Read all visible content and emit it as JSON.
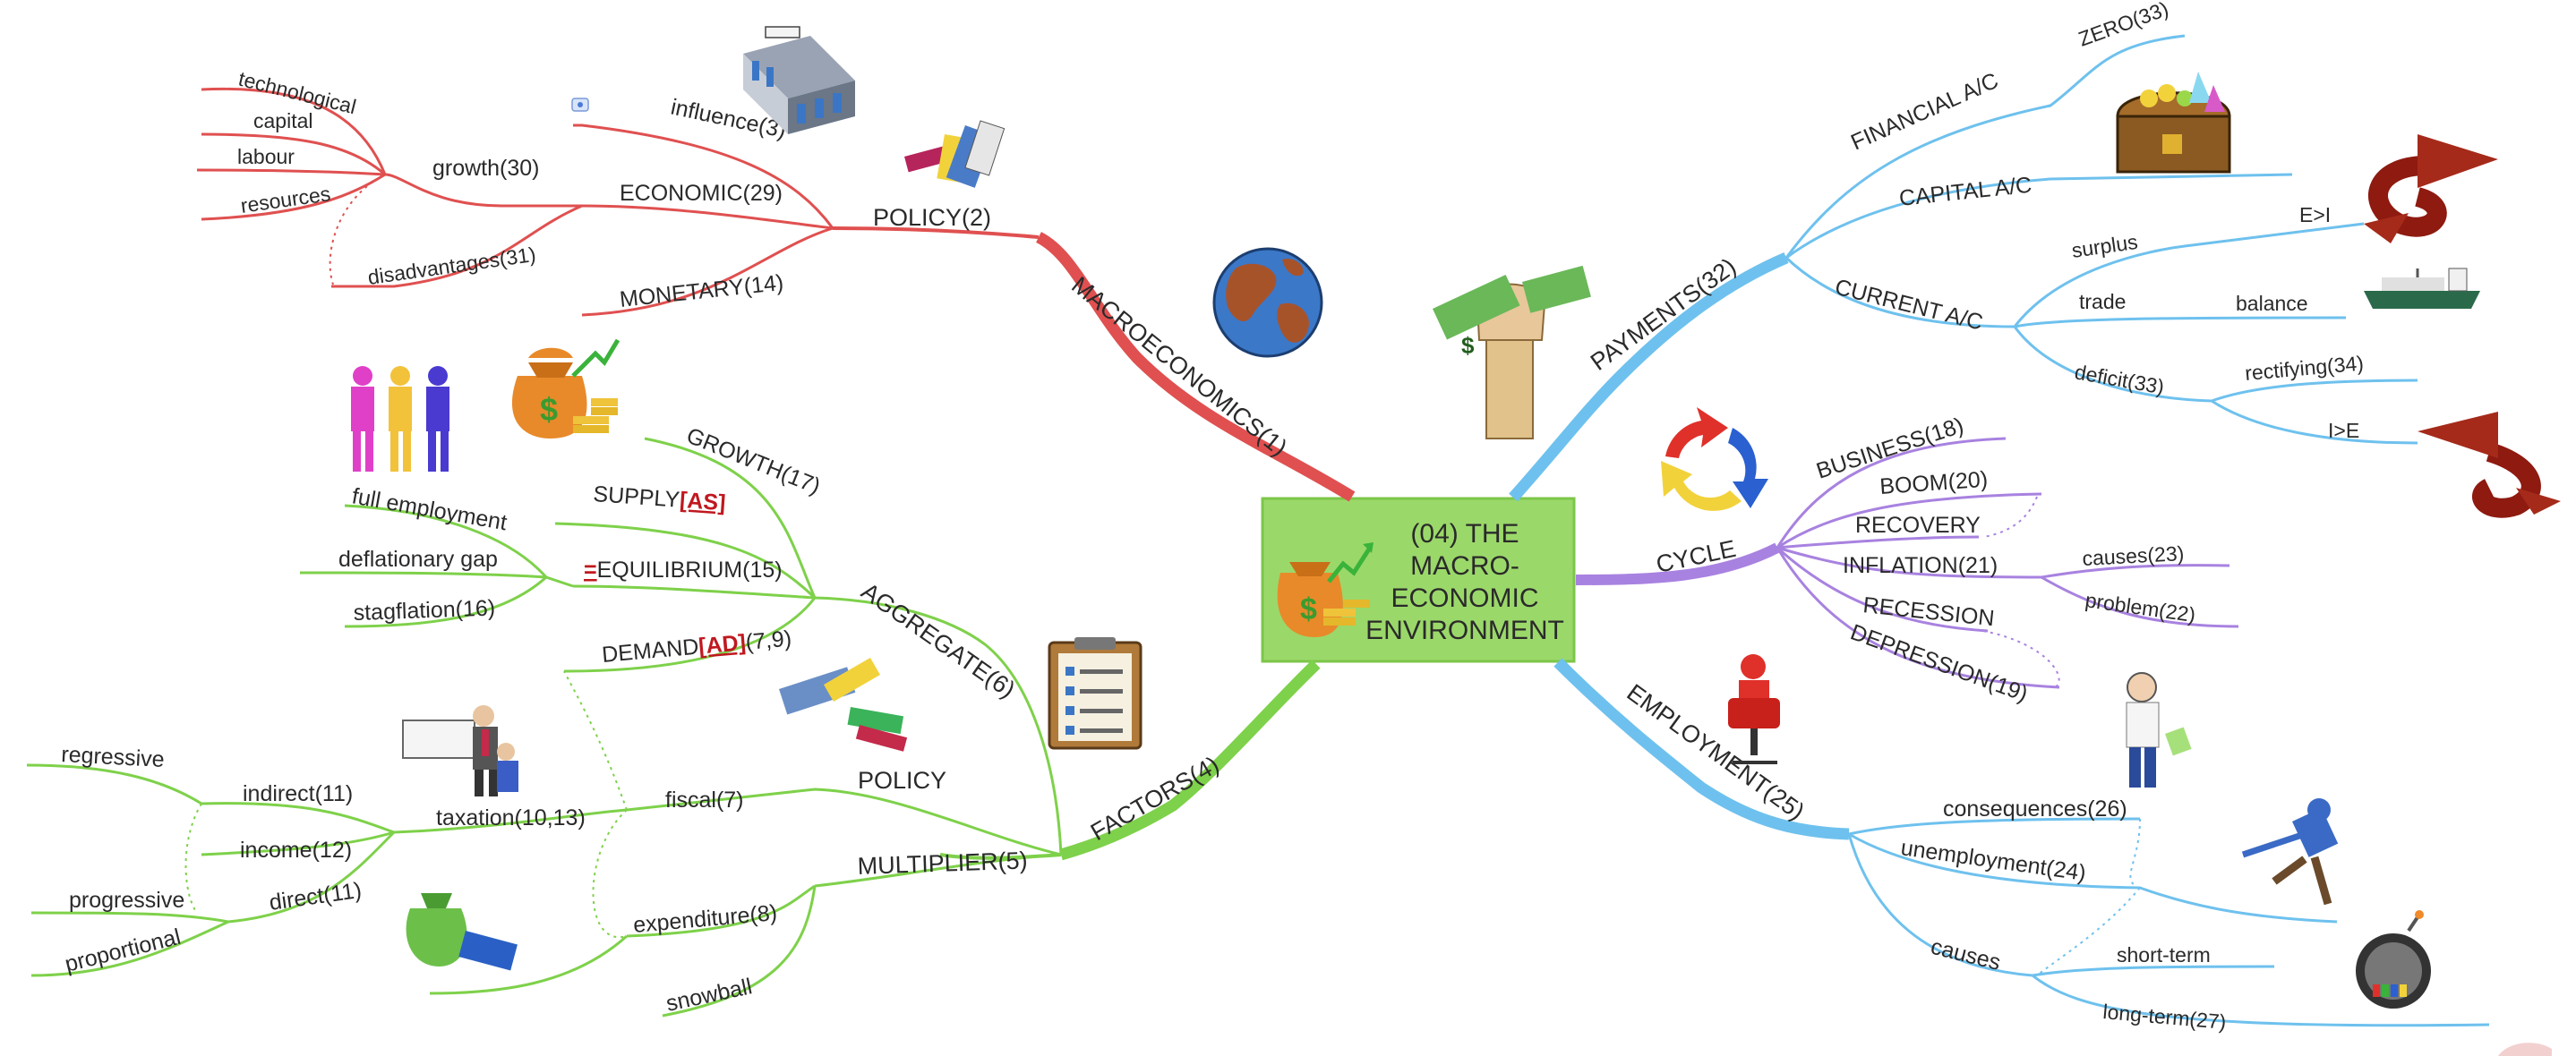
{
  "center": {
    "line1": "(04) THE",
    "line2": "MACRO-",
    "line3": "ECONOMIC",
    "line4": "ENVIRONMENT"
  },
  "macro": {
    "main": "MACROECONOMICS(1)",
    "policy": "POLICY(2)",
    "influence": "influence(3)",
    "economic": "ECONOMIC(29)",
    "monetary": "MONETARY(14)",
    "growth": "growth(30)",
    "technological": "technological",
    "capital": "capital",
    "labour": "labour",
    "resources": "resources",
    "disadvantages": "disadvantages(31)"
  },
  "factors": {
    "main": "FACTORS(4)",
    "aggregate": "AGGREGATE(6)",
    "growth": "GROWTH(17)",
    "supply_pre": "SUPPLY",
    "supply_hl": "[AS]",
    "equilibrium_pre": "=",
    "equilibrium": "EQUILIBRIUM(15)",
    "demand_pre": "DEMAND",
    "demand_hl": "[AD]",
    "demand_post": "(7,9)",
    "full_employment": "full employment",
    "deflationary_gap": "deflationary gap",
    "stagflation": "stagflation(16)",
    "policy": "POLICY",
    "multiplier": "MULTIPLIER(5)",
    "fiscal": "fiscal(7)",
    "taxation": "taxation(10,13)",
    "indirect": "indirect(11)",
    "income": "income(12)",
    "direct": "direct(11)",
    "regressive": "regressive",
    "progressive": "progressive",
    "proportional": "proportional",
    "expenditure": "expenditure(8)",
    "snowball": "snowball"
  },
  "payments": {
    "main": "PAYMENTS(32)",
    "financial": "FINANCIAL A/C",
    "zero": "ZERO(33)",
    "capital": "CAPITAL A/C",
    "current": "CURRENT A/C",
    "surplus": "surplus",
    "e_gt_i": "E>I",
    "trade": "trade",
    "balance": "balance",
    "deficit": "deficit(33)",
    "rectifying": "rectifying(34)",
    "i_gt_e": "I>E"
  },
  "cycle": {
    "main": "CYCLE",
    "business": "BUSINESS(18)",
    "boom": "BOOM(20)",
    "recovery": "RECOVERY",
    "inflation": "INFLATION(21)",
    "causes": "causes(23)",
    "problem": "problem(22)",
    "recession": "RECESSION",
    "depression": "DEPRESSION(19)"
  },
  "employment": {
    "main": "EMPLOYMENT(25)",
    "consequences": "consequences(26)",
    "unemployment": "unemployment(24)",
    "causes": "causes",
    "short_term": "short-term",
    "long_term": "long-term(27)"
  },
  "colors": {
    "macro": "#e05050",
    "factors": "#7ed14a",
    "payments": "#6ec1ee",
    "cycle": "#a882e0",
    "center_fill": "#9bd86a",
    "highlight": "#c0181f"
  }
}
